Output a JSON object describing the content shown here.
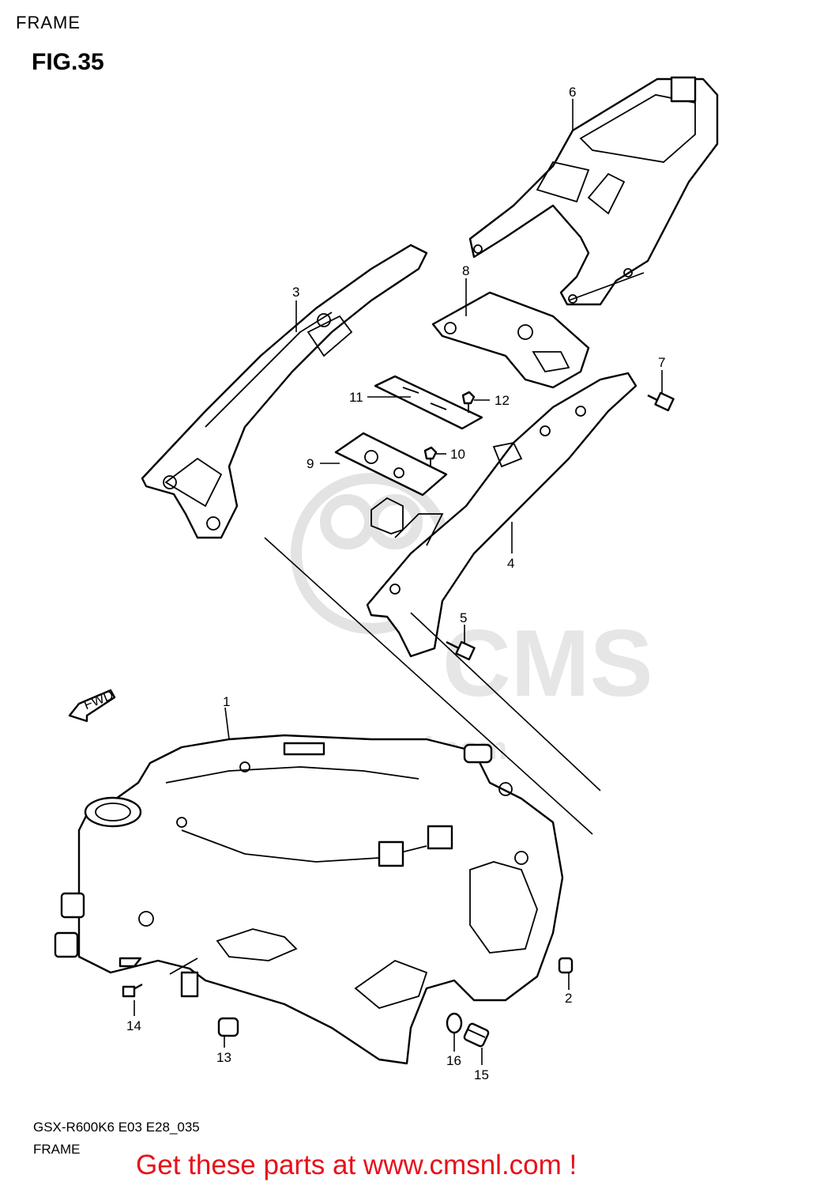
{
  "header": {
    "section": "FRAME",
    "figure": "FIG.35"
  },
  "watermark": {
    "brand": "CMS",
    "url": "www.cmsnl.com"
  },
  "fwd_label": "FWD",
  "callouts": [
    {
      "id": "1"
    },
    {
      "id": "2"
    },
    {
      "id": "3"
    },
    {
      "id": "4"
    },
    {
      "id": "5"
    },
    {
      "id": "6"
    },
    {
      "id": "7"
    },
    {
      "id": "8"
    },
    {
      "id": "9"
    },
    {
      "id": "10"
    },
    {
      "id": "11"
    },
    {
      "id": "12"
    },
    {
      "id": "13"
    },
    {
      "id": "14"
    },
    {
      "id": "15"
    },
    {
      "id": "16"
    }
  ],
  "footer": {
    "model_code": "GSX-R600K6 E03 E28_035",
    "section": "FRAME",
    "promo": "Get these parts at www.cmsnl.com !",
    "promo_color": "#e8101a"
  }
}
